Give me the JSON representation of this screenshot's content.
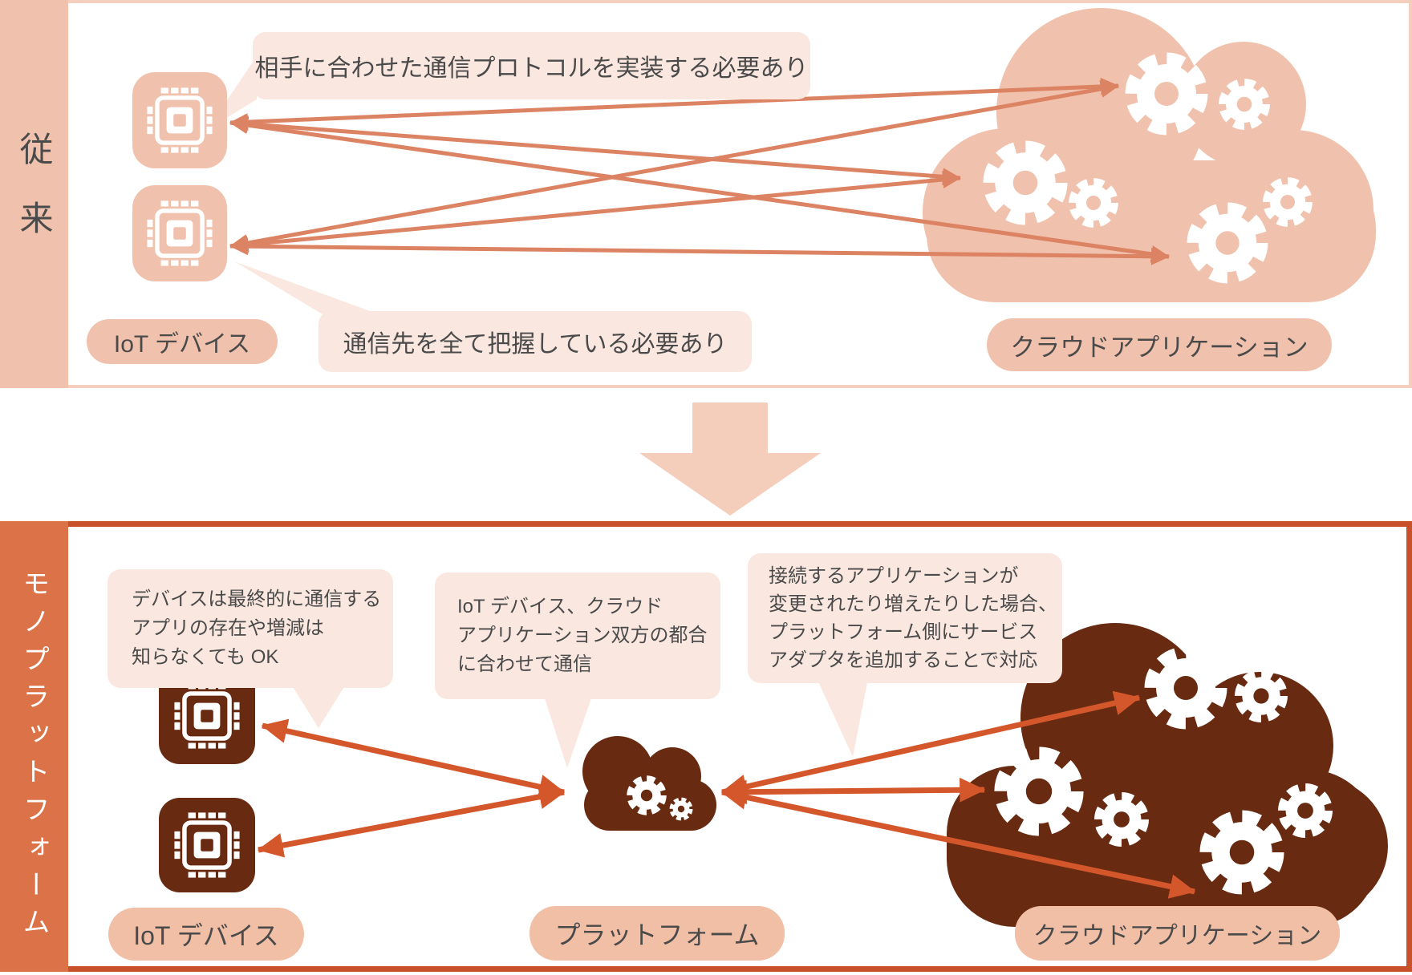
{
  "diagram_title": "IoT device to cloud application communication: conventional vs platform",
  "colors": {
    "salmon_shape": "#f0c2ad",
    "salmon_border": "#f5cfbe",
    "callout_bg": "#fae8e0",
    "top_arrow": "#dc8363",
    "bottom_arrow": "#d4572c",
    "dark_brown": "#682a10",
    "bottom_border": "#c8512c",
    "bottom_strip": "#dc7348",
    "label_pill_bottom": "#f1bea6",
    "text_dark": "#4a4a4a",
    "transition_arrow": "#f4cdbb"
  },
  "icons": {
    "device": "chip-icon",
    "application": "gear-icon",
    "cloud": "cloud-icon",
    "transition": "down-arrow-icon"
  },
  "top_panel": {
    "side_label": "従来",
    "device_label": "IoT デバイス",
    "cloud_label": "クラウドアプリケーション",
    "callout_protocol": "相手に合わせた通信プロトコルを実装する必要あり",
    "callout_destinations": "通信先を全て把握している必要あり",
    "device_count": 2,
    "app_cluster_count": 3
  },
  "bottom_panel": {
    "side_label": "モノプラットフォーム",
    "device_label": "IoT デバイス",
    "platform_label": "プラットフォーム",
    "cloud_label": "クラウドアプリケーション",
    "callout_device": {
      "lines": [
        "デバイスは最終的に通信する",
        "アプリの存在や増減は",
        "知らなくても OK"
      ]
    },
    "callout_platform": {
      "lines": [
        "IoT デバイス、クラウド",
        "アプリケーション双方の都合",
        "に合わせて通信"
      ]
    },
    "callout_adapter": {
      "lines": [
        "接続するアプリケーションが",
        "変更されたり増えたりした場合、",
        "プラットフォーム側にサービス",
        "アダプタを追加することで対応"
      ]
    },
    "device_count": 2,
    "app_cluster_count": 3
  }
}
